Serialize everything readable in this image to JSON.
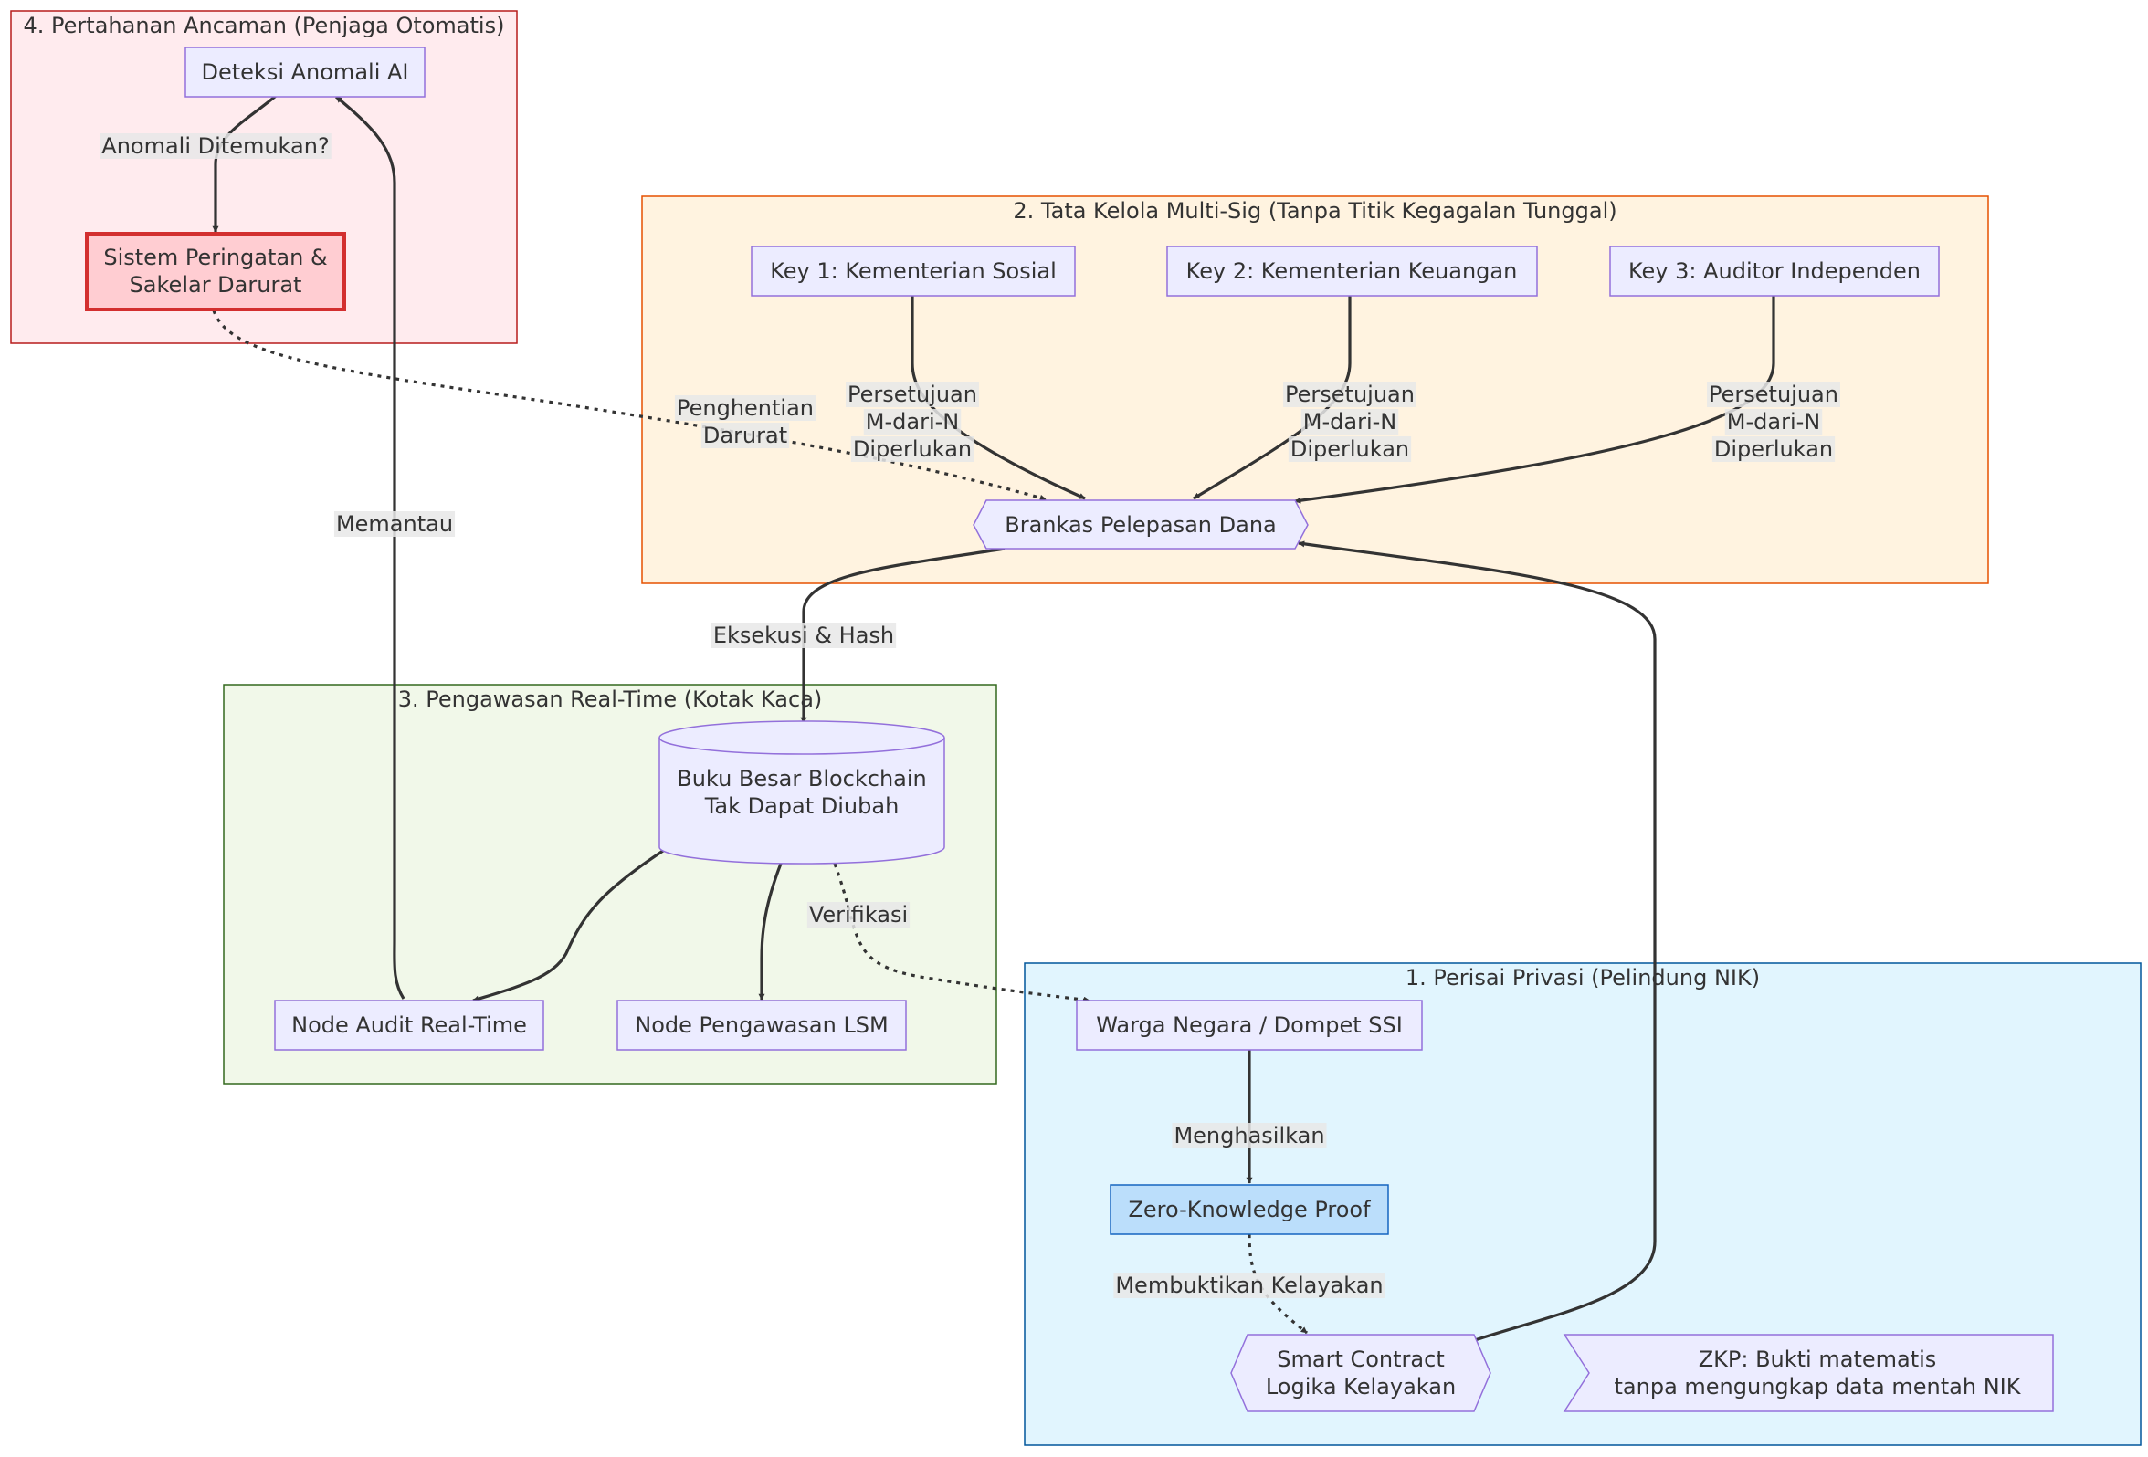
{
  "clusters": {
    "privacy": {
      "title": "1. Perisai Privasi (Pelindung NIK)",
      "fill": "#e1f5fe",
      "stroke": "#01579b"
    },
    "governance": {
      "title": "2. Tata Kelola Multi-Sig (Tanpa Titik Kegagalan Tunggal)",
      "fill": "#fff3e0",
      "stroke": "#e65100"
    },
    "oversight": {
      "title": "3. Pengawasan Real-Time (Kotak Kaca)",
      "fill": "#f1f8e9",
      "stroke": "#33691e"
    },
    "defense": {
      "title": "4. Pertahanan Ancaman (Penjaga Otomatis)",
      "fill": "#ffebee",
      "stroke": "#b71c1c"
    }
  },
  "nodes": {
    "anomaly_ai": {
      "lines": [
        "Deteksi Anomali AI"
      ]
    },
    "alert_system": {
      "lines": [
        "Sistem Peringatan &",
        "Sakelar Darurat"
      ]
    },
    "key1": {
      "lines": [
        "Key 1: Kementerian Sosial"
      ]
    },
    "key2": {
      "lines": [
        "Key 2: Kementerian Keuangan"
      ]
    },
    "key3": {
      "lines": [
        "Key 3: Auditor Independen"
      ]
    },
    "vault": {
      "lines": [
        "Brankas Pelepasan Dana"
      ]
    },
    "ledger": {
      "lines": [
        "Buku Besar Blockchain",
        "Tak Dapat Diubah"
      ]
    },
    "audit_node": {
      "lines": [
        "Node Audit Real-Time"
      ]
    },
    "ngo_node": {
      "lines": [
        "Node Pengawasan LSM"
      ]
    },
    "citizen": {
      "lines": [
        "Warga Negara / Dompet SSI"
      ]
    },
    "zkp": {
      "lines": [
        "Zero-Knowledge Proof"
      ]
    },
    "smart_contract": {
      "lines": [
        "Smart Contract",
        "Logika Kelayakan"
      ]
    },
    "zkp_note": {
      "lines": [
        "ZKP: Bukti matematis",
        "tanpa mengungkap data mentah NIK"
      ]
    }
  },
  "edge_labels": {
    "anomaly_found": [
      "Anomali Ditemukan?"
    ],
    "emergency_stop": [
      "Penghentian",
      "Darurat"
    ],
    "approval1": [
      "Persetujuan",
      "M-dari-N",
      "Diperlukan"
    ],
    "approval2": [
      "Persetujuan",
      "M-dari-N",
      "Diperlukan"
    ],
    "approval3": [
      "Persetujuan",
      "M-dari-N",
      "Diperlukan"
    ],
    "monitor": [
      "Memantau"
    ],
    "execute_hash": [
      "Eksekusi & Hash"
    ],
    "verify": [
      "Verifikasi"
    ],
    "generate": [
      "Menghasilkan"
    ],
    "prove_eligibility": [
      "Membuktikan Kelayakan"
    ]
  },
  "colors": {
    "node_fill": "#ececff",
    "node_stroke": "#9370db",
    "zkp_fill": "#bbdefb",
    "zkp_stroke": "#1565c0",
    "alert_fill": "#ffcdd2",
    "alert_stroke": "#d32f2f",
    "edge": "#333333",
    "text": "#333333"
  }
}
